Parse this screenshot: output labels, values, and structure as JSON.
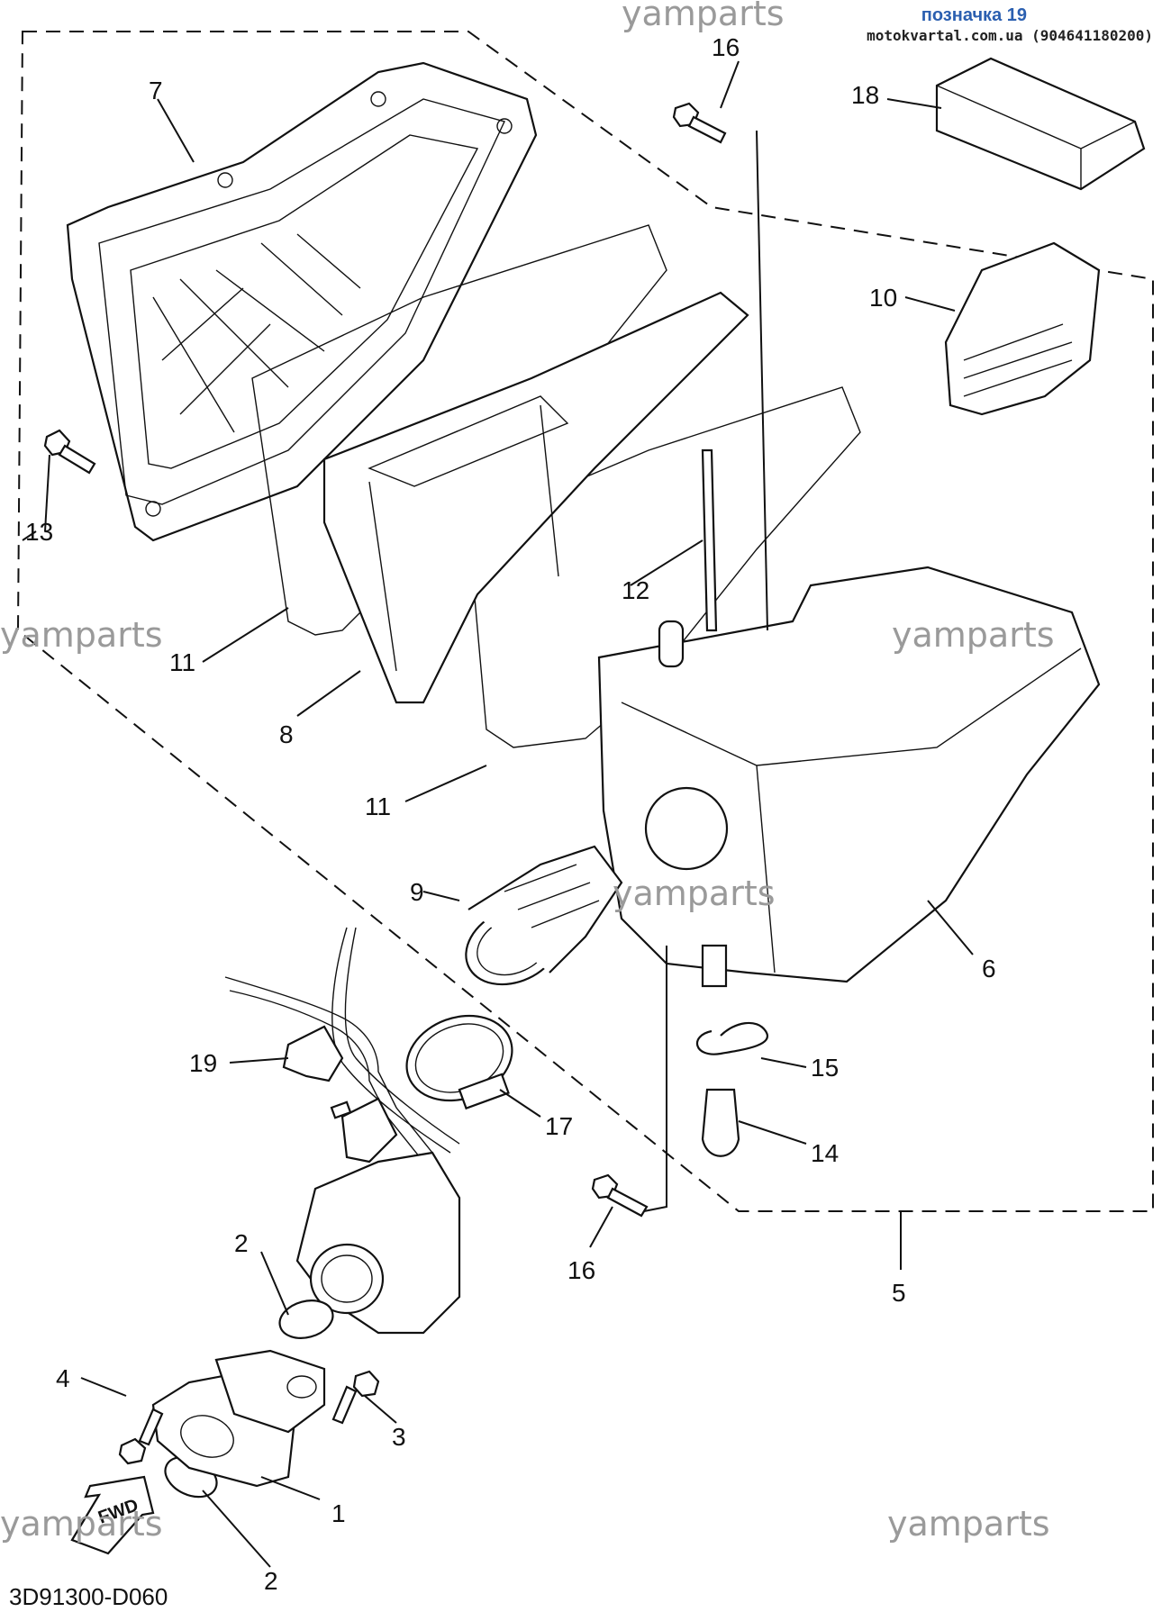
{
  "header": {
    "title": "позначка 19",
    "subtitle": "motokvartal.com.ua (904641180200)"
  },
  "watermarks": [
    "yamparts",
    "yamparts",
    "yamparts",
    "yamparts",
    "yamparts",
    "yamparts"
  ],
  "callouts": {
    "p1": "1",
    "p2a": "2",
    "p2b": "2",
    "p3": "3",
    "p4": "4",
    "p5": "5",
    "p6": "6",
    "p7": "7",
    "p8": "8",
    "p9": "9",
    "p10": "10",
    "p11a": "11",
    "p11b": "11",
    "p12": "12",
    "p13": "13",
    "p14": "14",
    "p15": "15",
    "p16a": "16",
    "p16b": "16",
    "p17": "17",
    "p18": "18",
    "p19": "19"
  },
  "fwd_label": "FWD",
  "diagram_code": "3D91300-D060",
  "icons": {
    "fwd_arrow": "fwd-arrow-icon"
  }
}
